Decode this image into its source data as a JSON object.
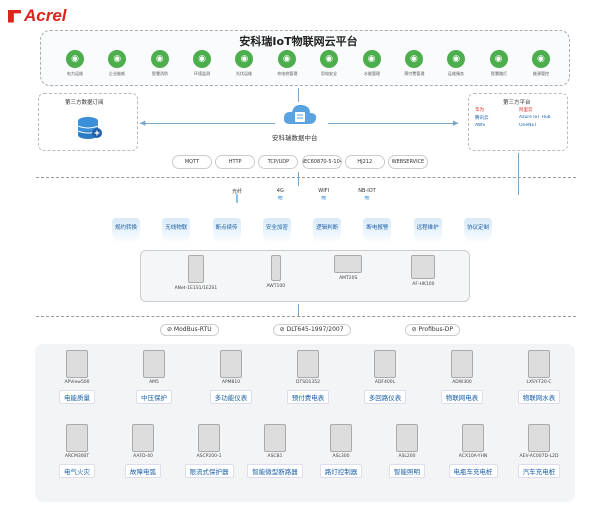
{
  "logo": {
    "text": "Acrel"
  },
  "platform": {
    "title": "安科瑞IoT物联网云平台",
    "modules": [
      {
        "label": "电力运维",
        "icon": "power-maintenance-icon"
      },
      {
        "label": "企业能耗",
        "icon": "energy-icon"
      },
      {
        "label": "智慧消防",
        "icon": "fire-safety-icon"
      },
      {
        "label": "环境监测",
        "icon": "environment-icon"
      },
      {
        "label": "光伏运维",
        "icon": "solar-icon"
      },
      {
        "label": "充电桩管理",
        "icon": "charger-icon"
      },
      {
        "label": "用电安全",
        "icon": "electric-safety-icon"
      },
      {
        "label": "水能管理",
        "icon": "water-icon"
      },
      {
        "label": "预付费管理",
        "icon": "prepaid-icon"
      },
      {
        "label": "运维服务",
        "icon": "service-icon"
      },
      {
        "label": "智慧路灯",
        "icon": "street-light-icon"
      },
      {
        "label": "能源管控",
        "icon": "energy-control-icon"
      }
    ]
  },
  "left_panel": {
    "title": "第三方数据订阅"
  },
  "center": {
    "label": "安科瑞数据中台"
  },
  "right_panel": {
    "title": "第三方平台",
    "vendors": [
      "华为",
      "阿里云",
      "腾讯云",
      "Azure IoT Hub",
      "AWS",
      "OneNET"
    ]
  },
  "protocols": [
    "MQTT",
    "HTTP",
    "TCP/UDP",
    "IEC60870-5-104",
    "HJ212",
    "WEBSERVICE"
  ],
  "comm_modes": [
    "光纤",
    "4G",
    "WIFI",
    "NB-IOT"
  ],
  "features": [
    "规约转换",
    "无线物联",
    "断点续传",
    "安全加密",
    "逻辑判断",
    "断电报警",
    "远程维护",
    "协议定制"
  ],
  "gateways": [
    "ANet-1E1S1/1E2S1",
    "AWT100",
    "AMT20S",
    "AF-HK100"
  ],
  "buses": [
    "ModBus-RTU",
    "DLT645-1997/2007",
    "Profibus-DP"
  ],
  "devices_row1": [
    {
      "model": "APView500",
      "category": "电能质量"
    },
    {
      "model": "AM5",
      "category": "中压保护"
    },
    {
      "model": "APM810",
      "category": "多功能仪表"
    },
    {
      "model": "DTSD1352",
      "category": "预付费电表"
    },
    {
      "model": "ADF400L",
      "category": "多回路仪表"
    },
    {
      "model": "ADW300",
      "category": "物联网电表"
    },
    {
      "model": "LXSY-T20-C",
      "category": "物联网水表"
    }
  ],
  "devices_row2": [
    {
      "model": "ARCM300T",
      "category": "电气火灾"
    },
    {
      "model": "AAFD-40",
      "category": "故障电弧"
    },
    {
      "model": "ASCP200-1",
      "category": "限流式保护器"
    },
    {
      "model": "ASCB1",
      "category": "智能微型断路器"
    },
    {
      "model": "ASL300",
      "category": "路灯控制器"
    },
    {
      "model": "ASL200",
      "category": "智能照明"
    },
    {
      "model": "ACX10A-YHN",
      "category": "电瓶车充电桩"
    },
    {
      "model": "AEV-AC007D-L2D",
      "category": "汽车充电桩"
    }
  ],
  "colors": {
    "brand": "#d9261c",
    "module_green": "#4cae4c",
    "accent_blue": "#1a5fa8"
  }
}
